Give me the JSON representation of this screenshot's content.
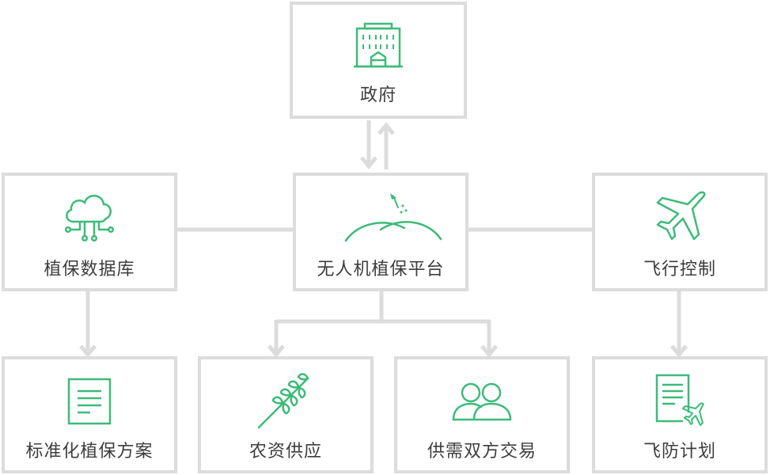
{
  "colors": {
    "accent": "#3dbb78",
    "line": "#dcdcdc",
    "text": "#3d3d3d"
  },
  "nodes": {
    "gov": {
      "label": "政府",
      "icon": "government-building-icon"
    },
    "db": {
      "label": "植保数据库",
      "icon": "cloud-network-icon"
    },
    "platform": {
      "label": "无人机植保平台",
      "icon": "drone-over-hills-icon"
    },
    "flight": {
      "label": "飞行控制",
      "icon": "airplane-icon"
    },
    "plan": {
      "label": "标准化植保方案",
      "icon": "document-icon"
    },
    "supply": {
      "label": "农资供应",
      "icon": "wheat-icon"
    },
    "trade": {
      "label": "供需双方交易",
      "icon": "people-icon"
    },
    "defense": {
      "label": "飞防计划",
      "icon": "flight-plan-document-icon"
    }
  }
}
